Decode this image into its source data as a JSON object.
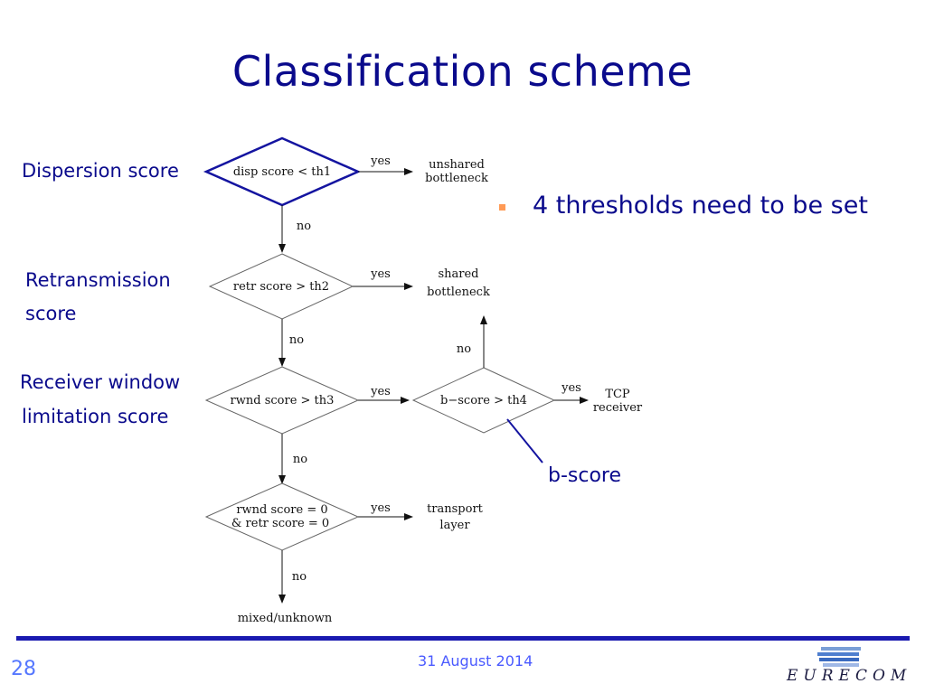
{
  "slide": {
    "title": "Classification scheme",
    "bullet": "4 thresholds need to be set",
    "page_number": "28",
    "date": "31 August 2014",
    "logo_text": "EURECOM",
    "accent_color": "#0a0a8c"
  },
  "side_labels": {
    "dispersion": "Dispersion score",
    "retransmission_line1": "Retransmission",
    "retransmission_line2": "score",
    "receiver_line1": "Receiver window",
    "receiver_line2": "limitation score",
    "bscore": "b-score"
  },
  "flowchart": {
    "d1": "disp score < th1",
    "d2": "retr score > th2",
    "d3": "rwnd score > th3",
    "d4": "b−score > th4",
    "d5_line1": "rwnd score = 0",
    "d5_line2": "& retr score = 0",
    "yes": "yes",
    "no": "no",
    "out1_line1": "unshared",
    "out1_line2": "bottleneck",
    "out2_line1": "shared",
    "out2_line2": "bottleneck",
    "out4_line1": "TCP",
    "out4_line2": "receiver",
    "out5_line1": "transport",
    "out5_line2": "layer",
    "out_final": "mixed/unknown"
  }
}
